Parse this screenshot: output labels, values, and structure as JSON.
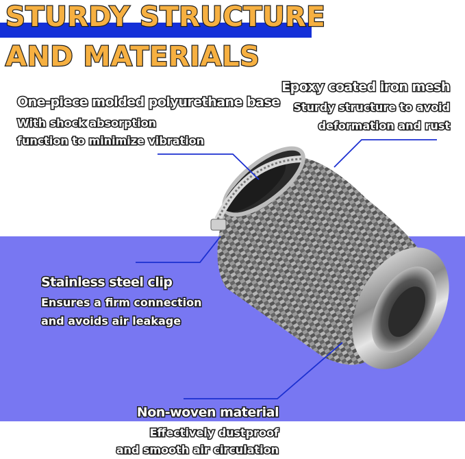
{
  "title": {
    "line1": "STURDY STRUCTURE",
    "line2": "AND MATERIALS"
  },
  "features": {
    "base": {
      "heading": "One-piece molded polyurethane base",
      "line1": "With shock absorption",
      "line2": "function to minimize vibration"
    },
    "mesh": {
      "heading": "Epoxy coated iron mesh",
      "line1": "Sturdy structure to avoid",
      "line2": "deformation and rust"
    },
    "clip": {
      "heading": "Stainless steel clip",
      "line1": "Ensures a firm connection",
      "line2": "and avoids air leakage"
    },
    "material": {
      "heading": "Non-woven material",
      "line1": "Effectively dustproof",
      "line2": "and smooth air circulation"
    }
  },
  "colors": {
    "accent_orange": "#f6b041",
    "title_bar_blue": "#1430d8",
    "band_blue": "#7877f2",
    "line_blue": "#1b2fd0"
  }
}
